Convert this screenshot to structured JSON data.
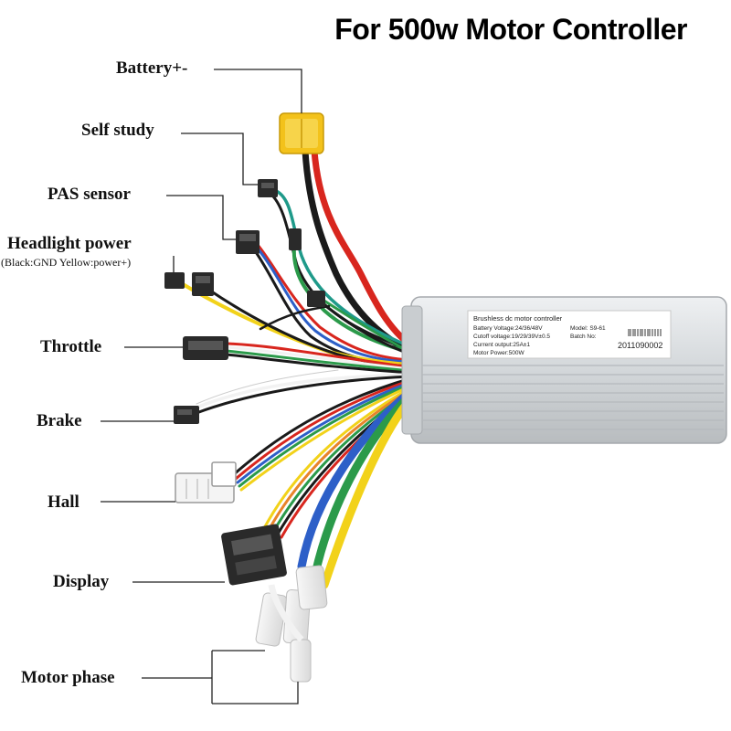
{
  "title": "For 500w Motor Controller",
  "labels": {
    "battery": "Battery+-",
    "self_study": "Self study",
    "pas_sensor": "PAS sensor",
    "headlight_power": "Headlight power",
    "headlight_note": "(Black:GND Yellow:power+)",
    "throttle": "Throttle",
    "brake": "Brake",
    "hall": "Hall",
    "display": "Display",
    "motor_phase": "Motor phase"
  },
  "sticker": {
    "heading": "Brushless dc motor controller",
    "battery_voltage": "Battery Voltage:24/36/48V",
    "cutoff_voltage": "Cutoff voltage:19/29/39V±0.5",
    "current_output": "Current output:25A±1",
    "motor_power": "Motor Power:500W",
    "model": "Model: S9-61",
    "batch": "Batch No:",
    "batch_number": "2011090002"
  },
  "colors": {
    "wire_red": "#d8261e",
    "wire_black": "#1a1a1a",
    "wire_green": "#2b9a4a",
    "wire_yellow": "#f2d21a",
    "wire_blue": "#2d5fc8",
    "wire_teal": "#1f9a8a",
    "wire_white": "#f2f2f2",
    "wire_orange": "#e8842a",
    "connector_yellow": "#f3c21b",
    "housing": "#d6d9dc"
  }
}
